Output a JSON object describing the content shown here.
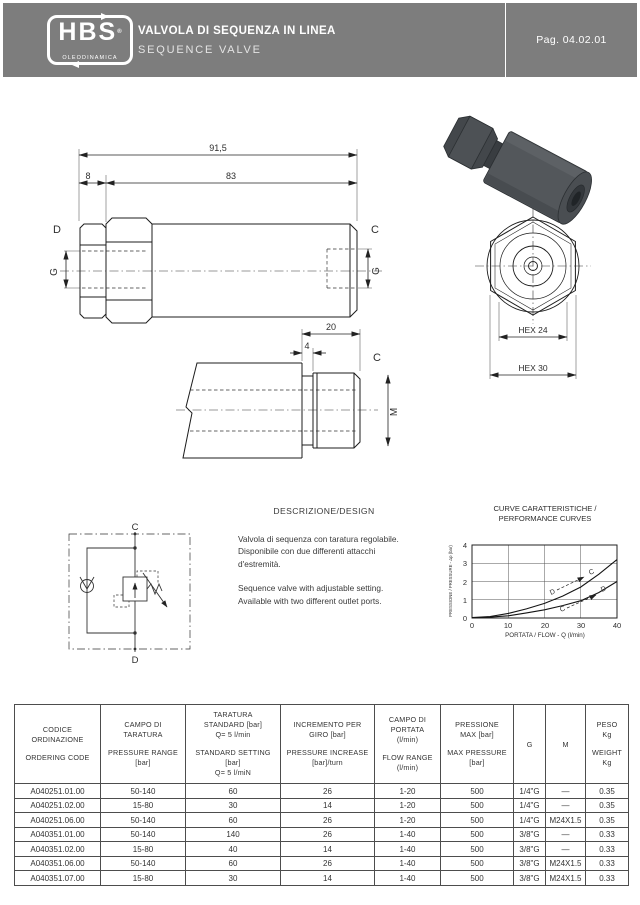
{
  "header": {
    "logo_text": "HBS",
    "logo_reg": "®",
    "logo_sub": "OLEODINAMICA",
    "title_it": "VALVOLA DI SEQUENZA IN LINEA",
    "title_en": "SEQUENCE VALVE",
    "page": "Pag. 04.02.01"
  },
  "drawing": {
    "dim_overall": "91,5",
    "dim_body": "83",
    "dim_left": "8",
    "dim_thread": "20",
    "dim_chamfer": "4",
    "label_c": "C",
    "label_d": "D",
    "label_g": "G",
    "label_m": "M",
    "hex24": "HEX 24",
    "hex30": "HEX 30"
  },
  "schematic": {
    "port_top": "C",
    "port_bottom": "D"
  },
  "description": {
    "heading": "DESCRIZIONE/DESIGN",
    "text_it": "Valvola di sequenza con taratura regolabile. Disponibile con due differenti attacchi d'estremità.",
    "text_en": "Sequence valve with adjustable setting. Available with two different outlet ports."
  },
  "chart": {
    "title_line1": "CURVE CARATTERISTICHE /",
    "title_line2": "PERFORMANCE CURVES",
    "ann1_from": "D",
    "ann1_to": "C",
    "ann2_from": "C",
    "ann2_to": "D"
  },
  "chart_data": {
    "type": "line",
    "title": "CURVE CARATTERISTICHE / PERFORMANCE CURVES",
    "xlabel": "PORTATA / FLOW - Q (l/min)",
    "ylabel": "PRESSIONE / PRESSURE - Δp (bar)",
    "xlim": [
      0,
      40
    ],
    "ylim": [
      0,
      4
    ],
    "xticks": [
      0,
      10,
      20,
      30,
      40
    ],
    "yticks": [
      0,
      1,
      2,
      3,
      4
    ],
    "grid": true,
    "legend": "none",
    "x": [
      0,
      5,
      10,
      15,
      20,
      25,
      30,
      35,
      40
    ],
    "series": [
      {
        "name": "D to C",
        "values": [
          0.02,
          0.08,
          0.25,
          0.5,
          0.8,
          1.2,
          1.7,
          2.4,
          3.2
        ]
      },
      {
        "name": "C to D",
        "values": [
          0.0,
          0.05,
          0.12,
          0.28,
          0.45,
          0.68,
          0.95,
          1.4,
          2.0
        ]
      }
    ]
  },
  "table": {
    "headers": [
      {
        "it": "CODICE\nORDINAZIONE",
        "en": "ORDERING CODE"
      },
      {
        "it": "CAMPO DI\nTARATURA",
        "en": "PRESSURE RANGE\n[bar]"
      },
      {
        "it": "TARATURA\nSTANDARD [bar]\nQ= 5 l/min",
        "en": "STANDARD SETTING\n[bar]\nQ= 5 l/miN"
      },
      {
        "it": "INCREMENTO PER\nGIRO [bar]",
        "en": "PRESSURE INCREASE\n[bar]/turn"
      },
      {
        "it": "CAMPO DI\nPORTATA\n(l/min)",
        "en": "FLOW RANGE\n(l/min)"
      },
      {
        "it": "PRESSIONE\nMAX [bar]",
        "en": "MAX PRESSURE\n[bar]"
      },
      {
        "it": "G",
        "en": ""
      },
      {
        "it": "M",
        "en": ""
      },
      {
        "it": "PESO\nKg",
        "en": "WEIGHT\nKg"
      }
    ],
    "rows": [
      [
        "A040251.01.00",
        "50-140",
        "60",
        "26",
        "1-20",
        "500",
        "1/4\"G",
        "—",
        "0.35"
      ],
      [
        "A040251.02.00",
        "15-80",
        "30",
        "14",
        "1-20",
        "500",
        "1/4\"G",
        "—",
        "0.35"
      ],
      [
        "A040251.06.00",
        "50-140",
        "60",
        "26",
        "1-20",
        "500",
        "1/4\"G",
        "M24X1.5",
        "0.35"
      ],
      [
        "A040351.01.00",
        "50-140",
        "140",
        "26",
        "1-40",
        "500",
        "3/8\"G",
        "—",
        "0.33"
      ],
      [
        "A040351.02.00",
        "15-80",
        "40",
        "14",
        "1-40",
        "500",
        "3/8\"G",
        "—",
        "0.33"
      ],
      [
        "A040351.06.00",
        "50-140",
        "60",
        "26",
        "1-40",
        "500",
        "3/8\"G",
        "M24X1.5",
        "0.33"
      ],
      [
        "A040351.07.00",
        "15-80",
        "30",
        "14",
        "1-40",
        "500",
        "3/8\"G",
        "M24X1.5",
        "0.33"
      ]
    ]
  }
}
